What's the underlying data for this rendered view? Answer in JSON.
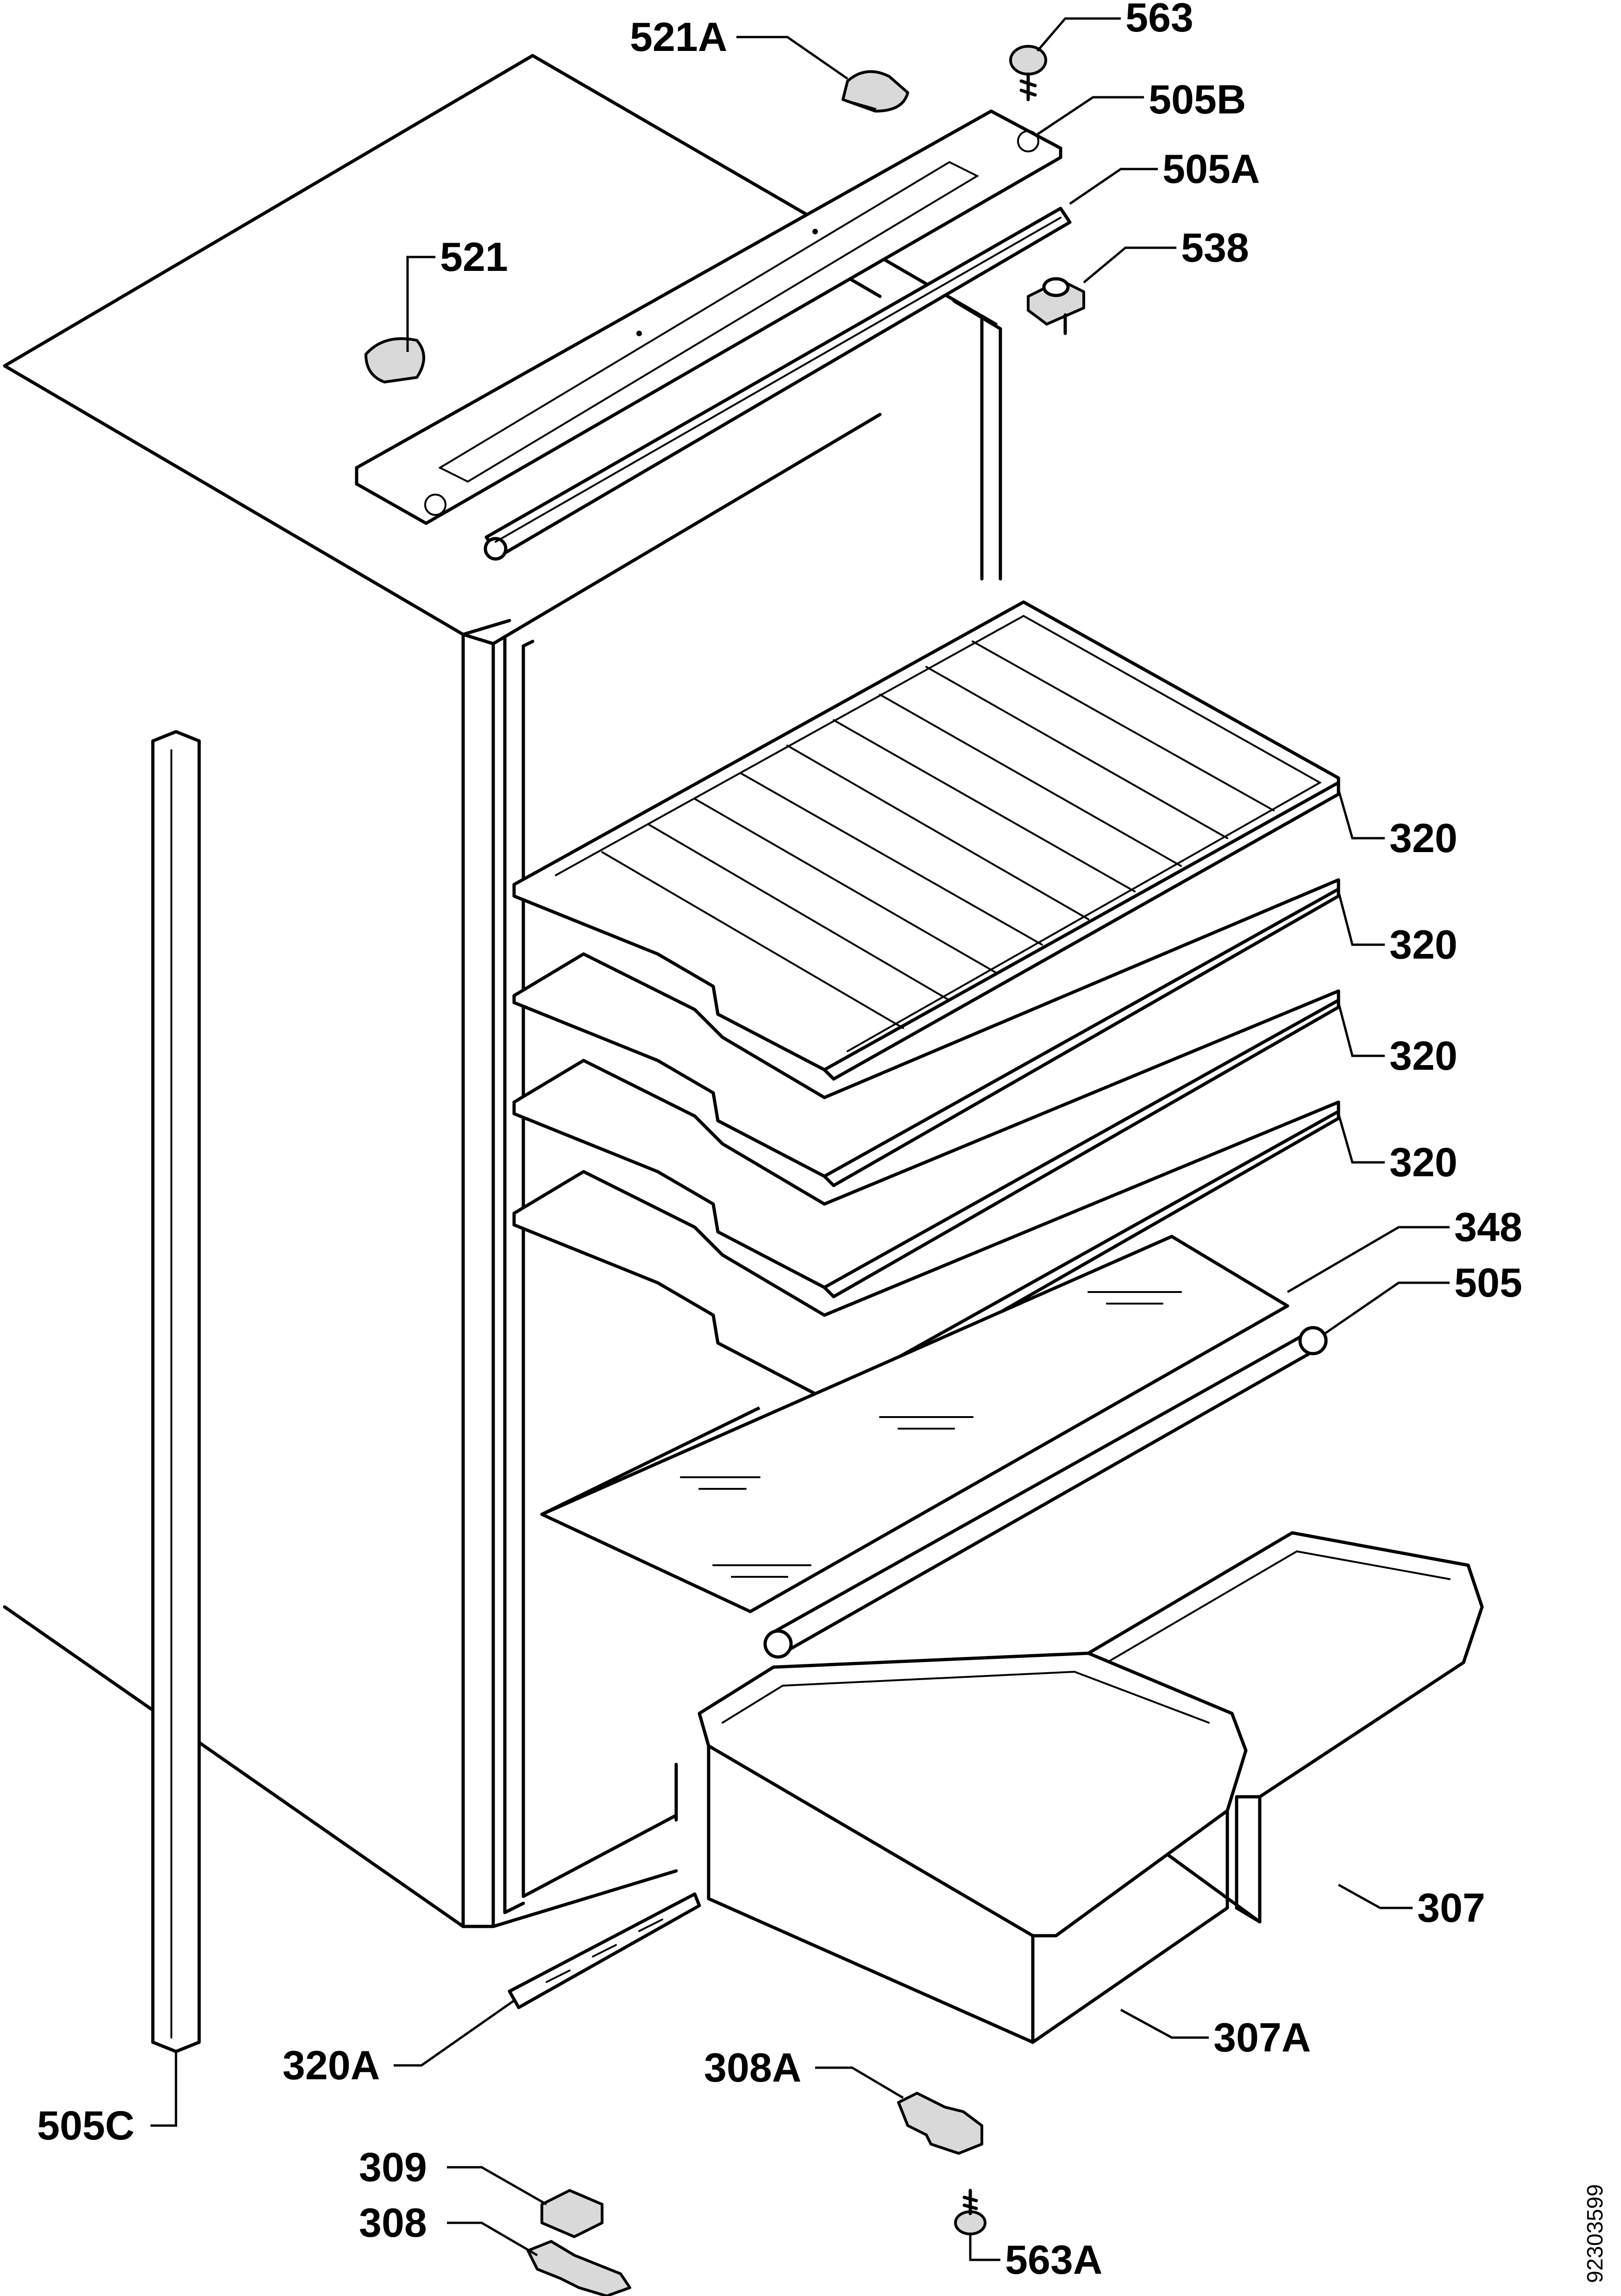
{
  "diagram": {
    "labels": {
      "p563": "563",
      "p521a": "521A",
      "p505b": "505B",
      "p505a": "505A",
      "p538": "538",
      "p521": "521",
      "p320_1": "320",
      "p320_2": "320",
      "p320_3": "320",
      "p320_4": "320",
      "p348": "348",
      "p505": "505",
      "p307": "307",
      "p307a": "307A",
      "p320a": "320A",
      "p308a": "308A",
      "p505c": "505C",
      "p309": "309",
      "p308": "308",
      "p563a": "563A"
    },
    "document_number": "92303599"
  }
}
